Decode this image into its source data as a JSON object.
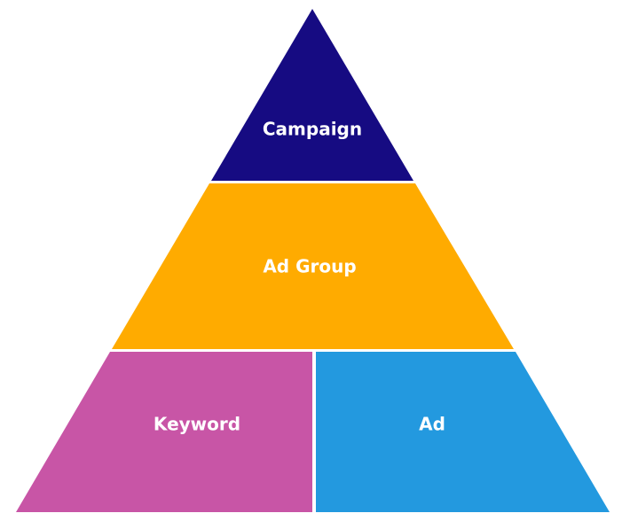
{
  "diagram": {
    "type": "pyramid",
    "tiers": [
      {
        "label": "Campaign",
        "color": "#160b82"
      },
      {
        "label": "Ad Group",
        "color": "#ffab00"
      },
      {
        "label": "Keyword",
        "color": "#c855a6"
      },
      {
        "label": "Ad",
        "color": "#2399df"
      }
    ],
    "separator_color": "#ffffff"
  }
}
